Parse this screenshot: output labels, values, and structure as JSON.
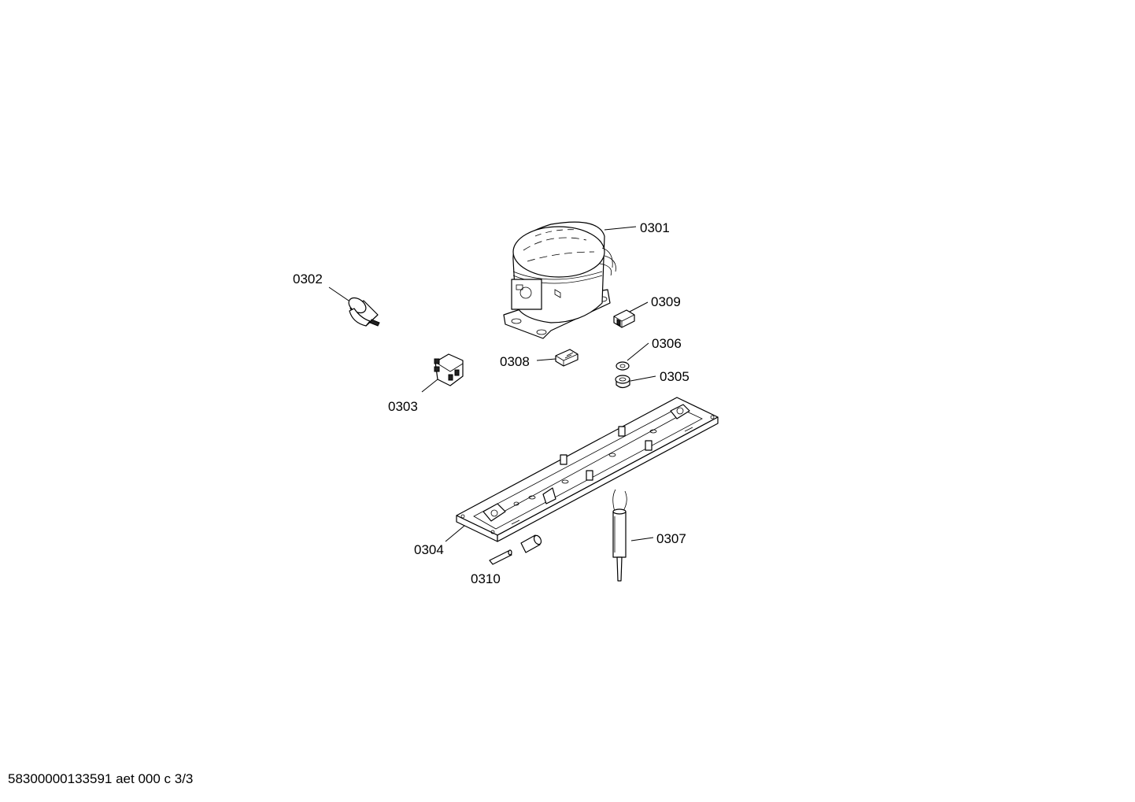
{
  "labels": {
    "p0301": "0301",
    "p0302": "0302",
    "p0303": "0303",
    "p0304": "0304",
    "p0305": "0305",
    "p0306": "0306",
    "p0307": "0307",
    "p0308": "0308",
    "p0309": "0309",
    "p0310": "0310"
  },
  "footer": "58300000133591 aet 000 c 3/3"
}
